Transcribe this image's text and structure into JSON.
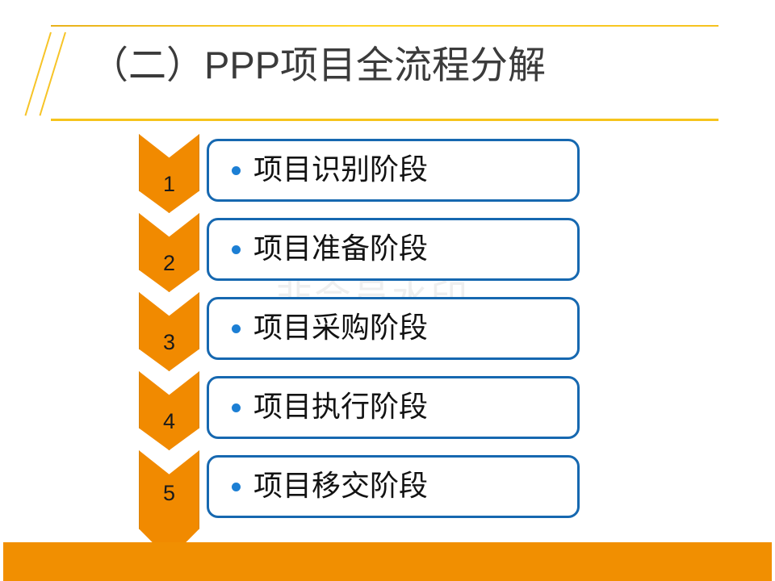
{
  "slide": {
    "title": "（二）PPP项目全流程分解",
    "watermark": "非会员水印",
    "colors": {
      "chevron_orange": "#F18A00",
      "bottom_bar_orange": "#F18F01",
      "box_border_blue": "#1668B0",
      "bullet_blue": "#1C7FD4",
      "title_rule_gold": "#F6C41C",
      "title_text": "#3B3B3B",
      "watermark_gray": "#EFEFEF"
    }
  },
  "flow": {
    "steps": [
      {
        "number": "1",
        "label": "项目识别阶段"
      },
      {
        "number": "2",
        "label": "项目准备阶段"
      },
      {
        "number": "3",
        "label": "项目采购阶段"
      },
      {
        "number": "4",
        "label": "项目执行阶段"
      },
      {
        "number": "5",
        "label": "项目移交阶段"
      }
    ]
  }
}
